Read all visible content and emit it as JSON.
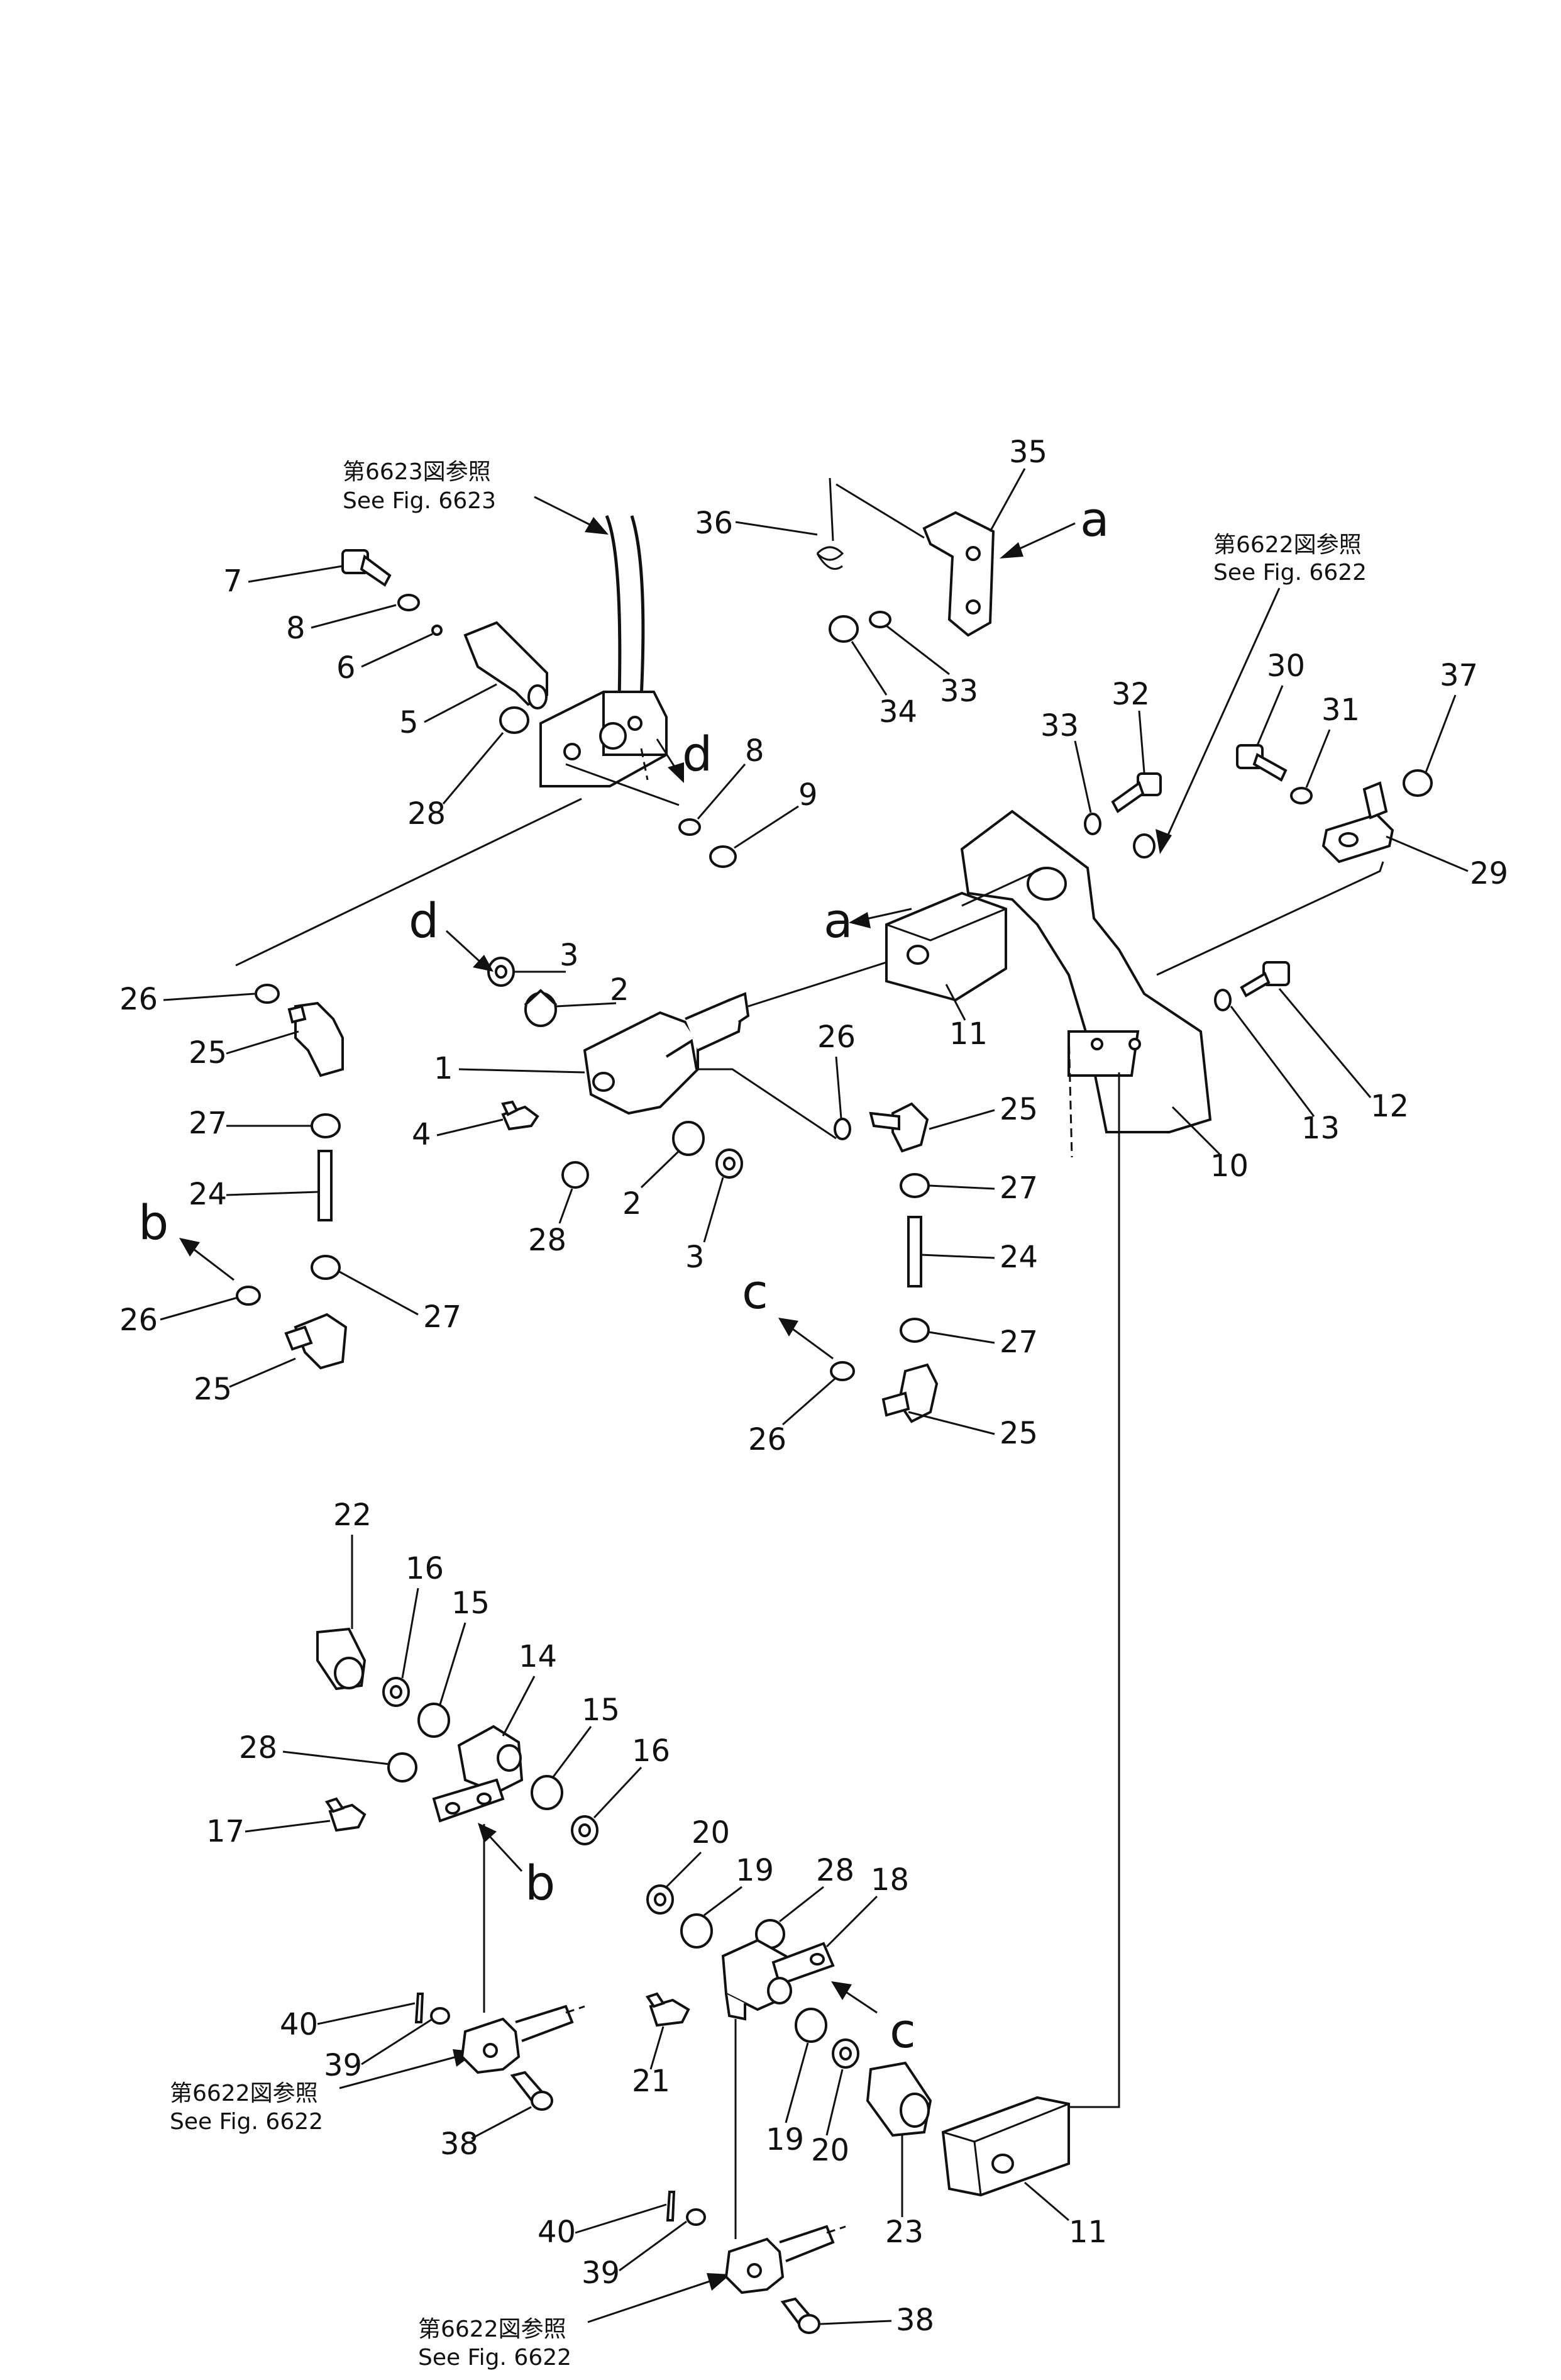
{
  "references": {
    "fig6623_jp": "第6623図参照",
    "fig6623_en": "See Fig. 6623",
    "fig6622_a_jp": "第6622図参照",
    "fig6622_a_en": "See Fig. 6622",
    "fig6622_b_jp": "第6622図参照",
    "fig6622_b_en": "See Fig. 6622",
    "fig6622_c_jp": "第6622図参照",
    "fig6622_c_en": "See Fig. 6622"
  },
  "labels": {
    "p1": "1",
    "p2a": "2",
    "p2b": "2",
    "p3a": "3",
    "p3b": "3",
    "p4": "4",
    "p5": "5",
    "p6": "6",
    "p7": "7",
    "p8a": "8",
    "p8b": "8",
    "p9": "9",
    "p10": "10",
    "p11a": "11",
    "p11b": "11",
    "p12": "12",
    "p13": "13",
    "p14": "14",
    "p15a": "15",
    "p15b": "15",
    "p16a": "16",
    "p16b": "16",
    "p17": "17",
    "p18": "18",
    "p19a": "19",
    "p19b": "19",
    "p20a": "20",
    "p20b": "20",
    "p21": "21",
    "p22": "22",
    "p23": "23",
    "p24a": "24",
    "p24b": "24",
    "p25a": "25",
    "p25b": "25",
    "p25c": "25",
    "p25d": "25",
    "p26a": "26",
    "p26b": "26",
    "p26c": "26",
    "p26d": "26",
    "p27a": "27",
    "p27b": "27",
    "p27c": "27",
    "p27d": "27",
    "p28a": "28",
    "p28b": "28",
    "p28c": "28",
    "p28d": "28",
    "p29": "29",
    "p30": "30",
    "p31": "31",
    "p32": "32",
    "p33a": "33",
    "p33b": "33",
    "p34": "34",
    "p35": "35",
    "p36": "36",
    "p37": "37",
    "p38a": "38",
    "p38b": "38",
    "p39a": "39",
    "p39b": "39",
    "p40a": "40",
    "p40b": "40"
  },
  "letters": {
    "a1": "a",
    "a2": "a",
    "b1": "b",
    "b2": "b",
    "c1": "c",
    "c2": "c",
    "d1": "d",
    "d2": "d"
  }
}
